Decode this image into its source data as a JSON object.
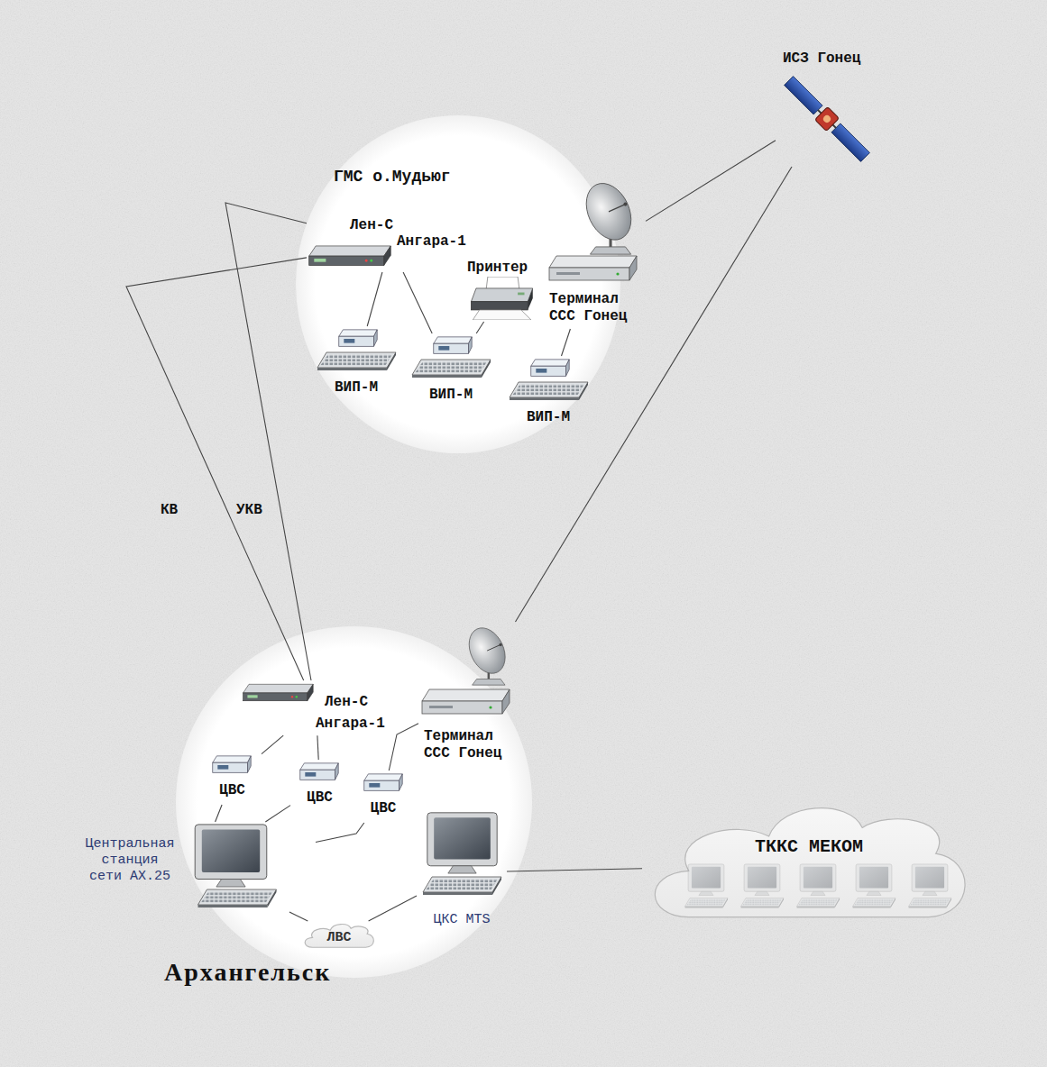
{
  "diagram": {
    "nodes": [
      {
        "text": [
          "ГМС о.Мудьюг"
        ]
      },
      {
        "text": [
          "Лен-С",
          "Ангара-1"
        ],
        "in": 0
      },
      {
        "text": [
          "Принтер"
        ],
        "in": 0
      },
      {
        "text": [
          "Терминал ССС Гонец"
        ],
        "in": 0
      },
      {
        "text": [
          "ВИП-М"
        ],
        "in": 0
      },
      {
        "text": [
          "ВИП-М"
        ],
        "in": 0
      },
      {
        "text": [
          "ВИП-М"
        ],
        "in": 0
      },
      {
        "text": [
          "ИСЗ Гонец"
        ]
      },
      {
        "text": [
          "Архангельск"
        ]
      },
      {
        "text": [
          "Лен-С",
          "Ангара-1"
        ],
        "in": 8
      },
      {
        "text": [
          "Терминал ССС Гонец"
        ],
        "in": 8
      },
      {
        "text": [
          "ЦВС"
        ],
        "in": 8
      },
      {
        "text": [
          "ЦВС"
        ],
        "in": 8
      },
      {
        "text": [
          "ЦВС"
        ],
        "in": 8
      },
      {
        "text": [
          "Центральная станция сети AX.25"
        ],
        "in": 8
      },
      {
        "text": [
          "ЛВС"
        ],
        "in": 8
      },
      {
        "text": [
          "ЦКС MTS"
        ],
        "in": 8
      },
      {
        "text": [
          "ТККС МЕКОМ"
        ]
      }
    ],
    "edges": [
      {
        "from": 1,
        "to": 4,
        "arrow": "none"
      },
      {
        "from": 1,
        "to": 5,
        "arrow": "none"
      },
      {
        "from": 5,
        "to": 2,
        "arrow": "none"
      },
      {
        "from": 3,
        "to": 6,
        "arrow": "none"
      },
      {
        "from": 3,
        "to": 7,
        "arrow": "none"
      },
      {
        "from": 7,
        "to": 10,
        "arrow": "none"
      },
      {
        "from": 1,
        "to": 9,
        "label": "КВ",
        "arrow": "none"
      },
      {
        "from": 1,
        "to": 9,
        "label": "УКВ",
        "arrow": "none"
      },
      {
        "from": 9,
        "to": 11,
        "arrow": "none"
      },
      {
        "from": 9,
        "to": 12,
        "arrow": "none"
      },
      {
        "from": 10,
        "to": 13,
        "arrow": "none"
      },
      {
        "from": 11,
        "to": 14,
        "arrow": "none"
      },
      {
        "from": 12,
        "to": 14,
        "arrow": "none"
      },
      {
        "from": 13,
        "to": 14,
        "arrow": "none"
      },
      {
        "from": 14,
        "to": 15,
        "arrow": "none"
      },
      {
        "from": 16,
        "to": 15,
        "arrow": "none"
      },
      {
        "from": 16,
        "to": 17,
        "arrow": "none"
      }
    ]
  }
}
